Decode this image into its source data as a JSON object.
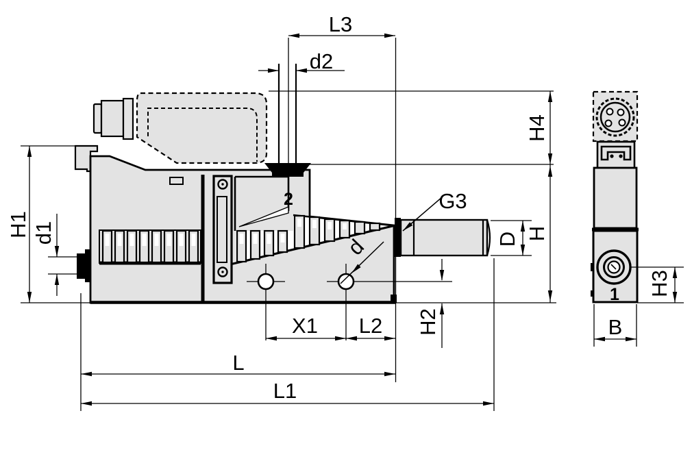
{
  "document": {
    "kind": "technical dimension drawing",
    "background_color": "#ffffff",
    "line_color": "#000000",
    "part_fill_color": "#e3e3e3"
  },
  "dimension_labels": {
    "L3": "L3",
    "d2": "d2",
    "H4": "H4",
    "H1": "H1",
    "d1": "d1",
    "G3": "G3",
    "D": "D",
    "H": "H",
    "H2": "H2",
    "X1": "X1",
    "L2": "L2",
    "L": "L",
    "L1": "L1",
    "B": "B",
    "H3": "H3",
    "d": "d"
  },
  "port_markings": {
    "port_2": "2",
    "port_1": "1"
  }
}
